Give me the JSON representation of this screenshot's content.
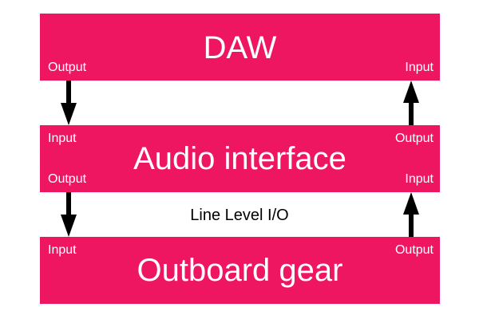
{
  "colors": {
    "block_fill": "#ee1660",
    "block_text": "#ffffff",
    "arrow": "#000000",
    "label_text": "#000000"
  },
  "blocks": {
    "daw": {
      "title": "DAW",
      "port_bottom_left": "Output",
      "port_bottom_right": "Input"
    },
    "audio_interface": {
      "title": "Audio interface",
      "port_top_left": "Input",
      "port_top_right": "Output",
      "port_bottom_left": "Output",
      "port_bottom_right": "Input"
    },
    "outboard_gear": {
      "title": "Outboard gear",
      "port_top_left": "Input",
      "port_top_right": "Output"
    }
  },
  "connection_label": "Line Level I/O",
  "arrows": [
    {
      "from": "daw.Output",
      "to": "audio_interface.Input",
      "direction": "down"
    },
    {
      "from": "audio_interface.Output",
      "to": "daw.Input",
      "direction": "up"
    },
    {
      "from": "audio_interface.Output",
      "to": "outboard_gear.Input",
      "direction": "down"
    },
    {
      "from": "outboard_gear.Output",
      "to": "audio_interface.Input",
      "direction": "up"
    }
  ]
}
